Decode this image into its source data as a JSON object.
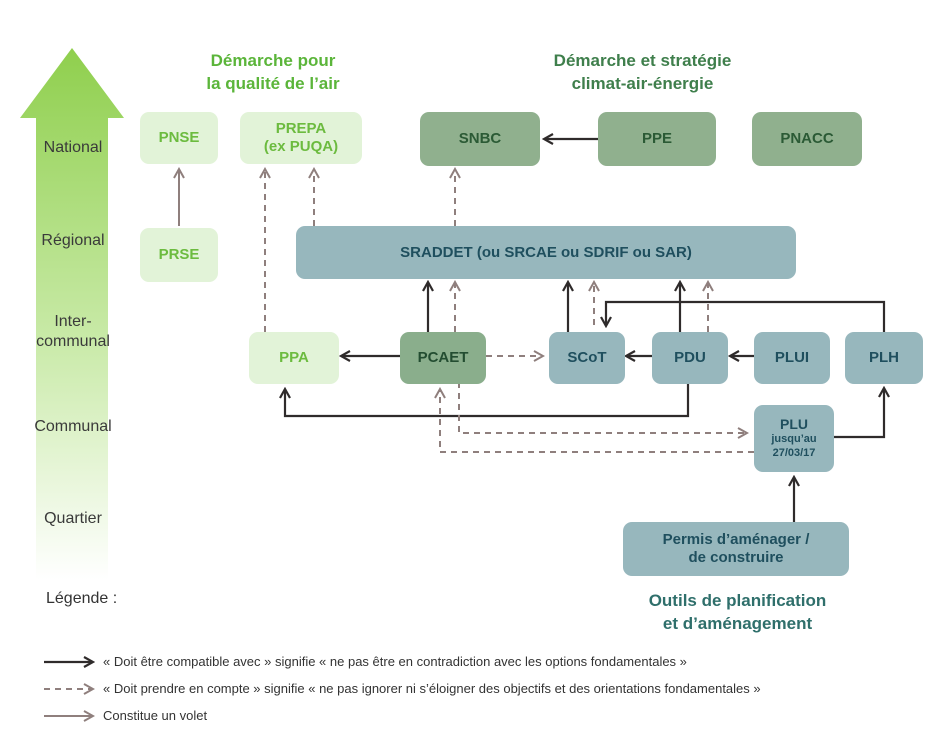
{
  "titles": {
    "air_quality": "Démarche pour\nla qualité de l’air",
    "climate": "Démarche et stratégie\nclimat-air-énergie",
    "planning": "Outils de planification\net d’aménagement"
  },
  "levels": [
    "National",
    "Régional",
    "Inter-\ncommunal",
    "Communal",
    "Quartier"
  ],
  "boxes": {
    "pnse": "PNSE",
    "prse": "PRSE",
    "prepa": "PREPA\n(ex PUQA)",
    "snbc": "SNBC",
    "ppe": "PPE",
    "pnacc": "PNACC",
    "sraddet": "SRADDET (ou SRCAE ou SDRIF ou SAR)",
    "ppa": "PPA",
    "pcaet": "PCAET",
    "scot": "SCoT",
    "pdu": "PDU",
    "plui": "PLUI",
    "plh": "PLH",
    "plu_title": "PLU",
    "plu_sub": "jusqu’au\n27/03/17",
    "permis": "Permis d’aménager /\nde construire"
  },
  "legend": {
    "title": "Légende :",
    "compatible": "« Doit être compatible avec » signifie « ne pas être en contradiction avec les options fondamentales »",
    "prendre_en_compte": "« Doit prendre en compte » signifie « ne pas ignorer ni s’éloigner des objectifs et des orientations fondamentales »",
    "volet": "Constitue un volet"
  },
  "colors": {
    "compatible": "#2f2b2b",
    "prendre_en_compte": "#8f7f7d",
    "volet": "#8f7f7d",
    "air_title": "#5bb53a",
    "climate_title": "#3f7f4c",
    "planning_title": "#2f6f6b",
    "arrow_top": "#8fcf4d",
    "arrow_bottom": "#ffffff"
  }
}
